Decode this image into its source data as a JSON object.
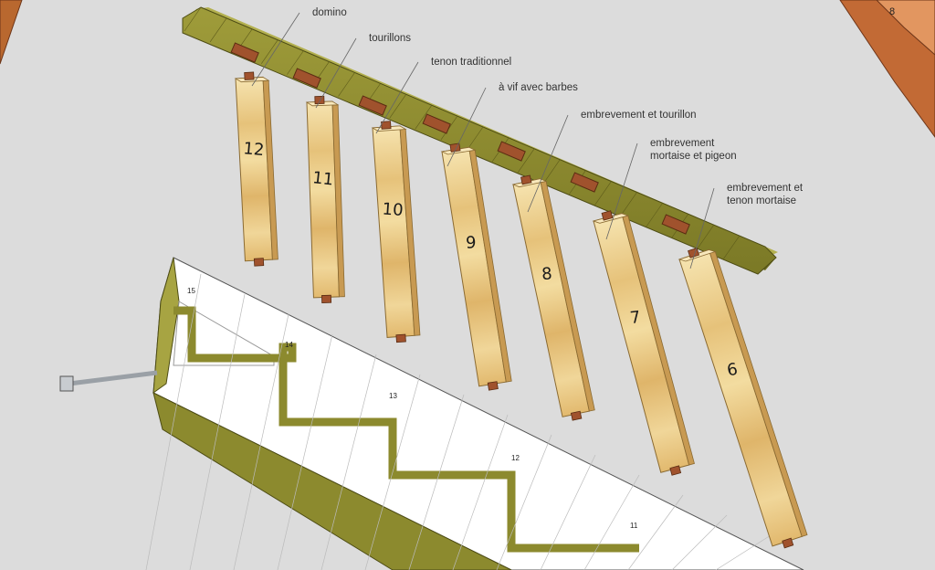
{
  "colors": {
    "background": "#dcdcdc",
    "rail": "#8c8a2e",
    "rail_dark": "#6b6a1f",
    "wood_light": "#f2dca2",
    "wood_mid": "#e3bd72",
    "wood_edge": "#b8924c",
    "joint": "#a0522d",
    "label_text": "#333333",
    "leader": "#666666"
  },
  "callouts": [
    {
      "lines": [
        "domino"
      ]
    },
    {
      "lines": [
        "tourillons"
      ]
    },
    {
      "lines": [
        "tenon traditionnel"
      ]
    },
    {
      "lines": [
        "à vif avec barbes"
      ]
    },
    {
      "lines": [
        "embrevement et tourillon"
      ]
    },
    {
      "lines": [
        "embrevement",
        "mortaise et pigeon"
      ]
    },
    {
      "lines": [
        "embrevement et",
        "tenon mortaise"
      ]
    }
  ],
  "pieces": [
    {
      "number": "12"
    },
    {
      "number": "11"
    },
    {
      "number": "10"
    },
    {
      "number": "9"
    },
    {
      "number": "8"
    },
    {
      "number": "7"
    },
    {
      "number": "6"
    }
  ],
  "board_numbers": [
    "15",
    "14",
    "13",
    "12",
    "11"
  ],
  "corner_label": "8"
}
